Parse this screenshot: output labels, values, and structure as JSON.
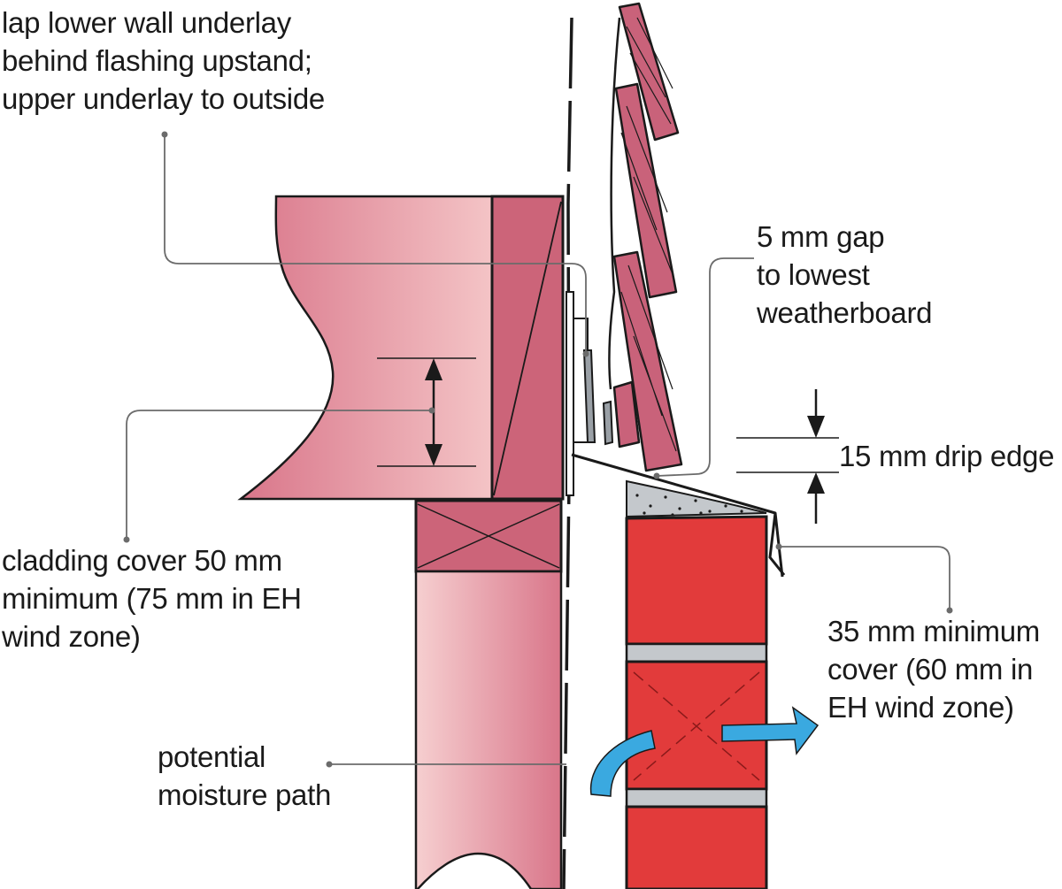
{
  "labels": {
    "lap_underlay": [
      "lap lower wall underlay",
      "behind flashing upstand;",
      "upper underlay to outside"
    ],
    "gap": [
      "5 mm gap",
      "to lowest",
      "weatherboard"
    ],
    "drip_edge": [
      "15 mm drip edge"
    ],
    "cladding_cover": [
      "cladding cover 50 mm",
      "minimum (75 mm in EH",
      "wind zone)"
    ],
    "minimum_cover": [
      "35 mm minimum",
      "cover (60 mm in",
      "EH wind zone)"
    ],
    "moisture_path": [
      "potential",
      "moisture path"
    ]
  },
  "colors": {
    "timber_pink": "#d9768a",
    "timber_pink_light": "#f2bdc0",
    "weatherboard": "#c9627a",
    "lower_cladding_red": "#e23b3b",
    "mortar_grey": "#c4c8cc",
    "moisture_arrow_blue": "#3aa9e0",
    "line_dark": "#1a1a1a",
    "leader_grey": "#6b6b6b"
  }
}
